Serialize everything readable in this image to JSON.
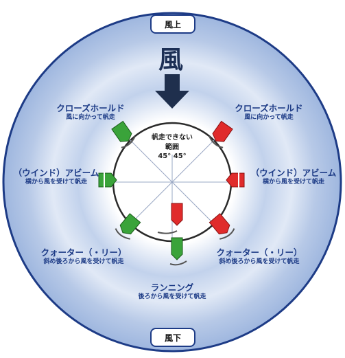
{
  "top_label": "風上",
  "bottom_label": "風下",
  "wind_title": "風",
  "no_sail_zone": {
    "line1": "帆走できない",
    "line2": "範囲",
    "angle_left": "45°",
    "angle_right": "45°"
  },
  "labels": {
    "close_hauled_left": {
      "main": "クローズホールド",
      "sub": "風に向かって帆走"
    },
    "close_hauled_right": {
      "main": "クローズホールド",
      "sub": "風に向かって帆走"
    },
    "beam_left": {
      "main": "（ウインド）アビーム",
      "sub": "横から風を受けて帆走"
    },
    "beam_right": {
      "main": "（ウインド）アビーム",
      "sub": "横から風を受けて帆走"
    },
    "quarter_left": {
      "main": "クォーター（・リー）",
      "sub": "斜め後ろから風を受けて帆走"
    },
    "quarter_right": {
      "main": "クォーター（・リー）",
      "sub": "斜め後ろから風を受けて帆走"
    },
    "running": {
      "main": "ランニング",
      "sub": "後ろから風を受けて帆走"
    }
  },
  "colors": {
    "ring_outer": "#b3c6e6",
    "ring_inner": "#dbe5f4",
    "border": "#1d3b86",
    "arrow": "#1f2f4d",
    "green": "#3aa33a",
    "red": "#e02b2b",
    "text": "#1d3b86"
  },
  "icons": {
    "wind_arrow": "down-arrow-icon",
    "boat": "boat-sail-icon"
  }
}
